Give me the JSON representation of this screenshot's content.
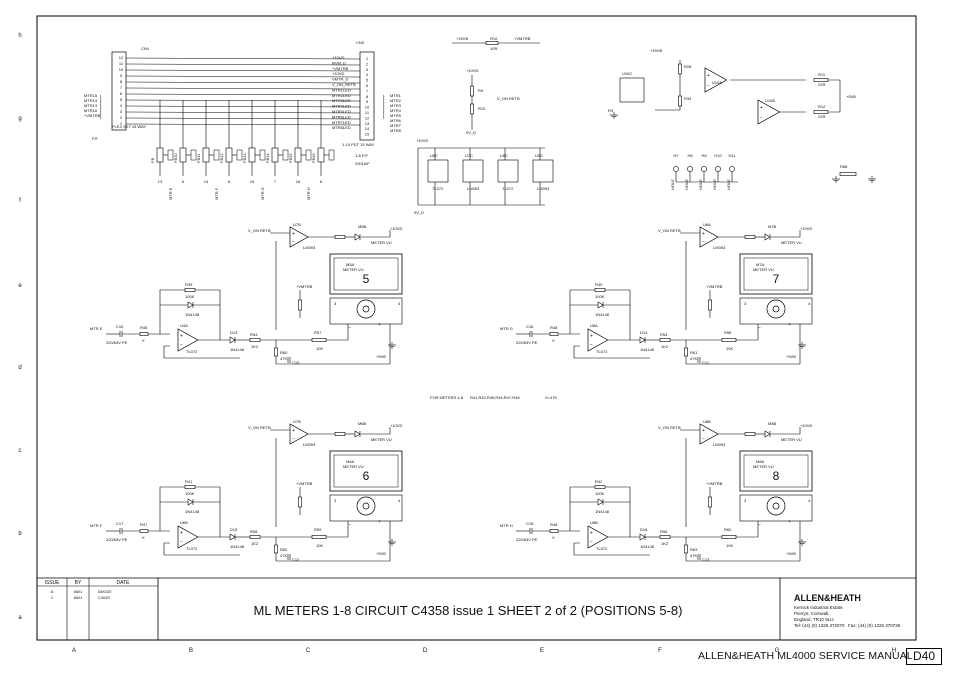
{
  "grid": {
    "rows": [
      "h",
      "g",
      "f",
      "e",
      "d",
      "c",
      "b",
      "a"
    ],
    "cols": [
      "A",
      "B",
      "C",
      "D",
      "E",
      "F",
      "G",
      "H"
    ]
  },
  "title_block": {
    "issue_header": "ISSUE",
    "by_header": "BY",
    "date_header": "DATE",
    "rows": [
      {
        "issue": "A",
        "by": "AW1",
        "date": "08/0/20"
      },
      {
        "issue": "1",
        "by": "AW1",
        "date": "C4040"
      }
    ],
    "title": "ML METERS 1-8 CIRCUIT   C4358 issue 1   SHEET 2 of 2  (POSITIONS 5-8)",
    "company": "ALLEN&HEATH",
    "address": [
      "Kernick Industrial Estate,",
      "Penryn, Cornwall,",
      "England, TR10 9LU."
    ],
    "phone": "Tel: (44) (0) 1326 372070",
    "fax": "Fax: (44) (0) 1326 370736"
  },
  "footer": {
    "manual": "ALLEN&HEATH  ML4000 SERVICE MANUAL",
    "page": "D40"
  },
  "connectors": {
    "left_ref": "CN4",
    "right_ref": "CN3",
    "left_label": "FLEX SKT 15 WAY",
    "right_label": "1-10 PDT 15 WAY",
    "ff_left": "F/F",
    "ff_right": "1-8 F/F",
    "ref_right": "S/H16/F",
    "left_pins": [
      "12",
      "11",
      "10",
      "9",
      "8",
      "7",
      "6",
      "5",
      "4",
      "3",
      "2",
      "1"
    ],
    "right_pins": [
      "1",
      "2",
      "3",
      "4",
      "5",
      "6",
      "7",
      "8",
      "9",
      "10",
      "11",
      "12",
      "13",
      "14",
      "15"
    ],
    "right_nets": [
      "+10VD",
      "RVM_D",
      "+VMTRB",
      "+10VD",
      "VMTR_D",
      "V_ON_RETB",
      "MTR1LED",
      "MTR2LED",
      "MTR3LED",
      "MTR4LED",
      "MTR5LED",
      "MTR6LED",
      "MTR7LED",
      "MTR8LED"
    ],
    "left_nets": [
      "MTR15",
      "MTR14",
      "MTR13",
      "MTR16",
      "+VMTRB"
    ],
    "right_side_nets": [
      "MTR1",
      "MTR2",
      "MTR3",
      "MTR4",
      "MTR5",
      "MTR6",
      "MTR7",
      "MTR8"
    ]
  },
  "fuses": [
    "FB",
    "FB10",
    "FB11",
    "FB12",
    "FB13",
    "FB14",
    "FB15",
    "FB16"
  ],
  "fuse_bottom": [
    "13",
    "6",
    "14",
    "6",
    "16",
    "7",
    "16",
    "8"
  ],
  "power": {
    "r10": "R10",
    "r10_val": "10R",
    "nets": [
      "+15VB",
      "+VMTRB",
      "+10VD",
      "0V_D"
    ],
    "ics": [
      "U6C",
      "U7C",
      "U8C",
      "U9C"
    ],
    "ic_types": [
      "TL072",
      "LM393",
      "TL072",
      "LM393"
    ]
  },
  "right_top": {
    "ics": [
      "U10A",
      "U10B",
      "U10C"
    ],
    "resistors": [
      "R11",
      "R12",
      "R28",
      "R31",
      "R34"
    ],
    "values": [
      "22R",
      "22R",
      "10K",
      "10K",
      "10K"
    ],
    "nets": [
      "+15VB",
      "+5VB"
    ]
  },
  "holes": [
    "H7",
    "H8",
    "H9",
    "H10",
    "H11"
  ],
  "meters": [
    {
      "number": "5",
      "label": "M5A",
      "type": "METER VU",
      "opamp": "U4A",
      "comp": "U7B",
      "led": "M5B",
      "in": "MTR E",
      "cap": "C15",
      "res": "R45"
    },
    {
      "number": "7",
      "label": "M7A",
      "type": "METER VU",
      "opamp": "U8A",
      "comp": "U8A",
      "led": "M7B",
      "in": "MTR G",
      "cap": "C16",
      "res": "R48"
    },
    {
      "number": "6",
      "label": "M6A",
      "type": "METER VU",
      "opamp": "U6B",
      "comp": "U7B",
      "led": "M6B",
      "in": "MTR F",
      "cap": "C17",
      "res": "R47"
    },
    {
      "number": "8",
      "label": "M8A",
      "type": "METER VU",
      "opamp": "U8B",
      "comp": "U8B",
      "led": "M8B",
      "in": "MTR H",
      "cap": "C18",
      "res": "R48"
    }
  ],
  "common_labels": {
    "v_on": "V_ON RETB",
    "vmtrb": "+VMTRB",
    "p10vd": "+10VD",
    "p5vb": "+5VB",
    "meter_vu": "METER VU",
    "note": "FOR METERS 1-8",
    "note2": "R41,R42,R45,R46,R47,R48",
    "note3": "X=47K"
  }
}
